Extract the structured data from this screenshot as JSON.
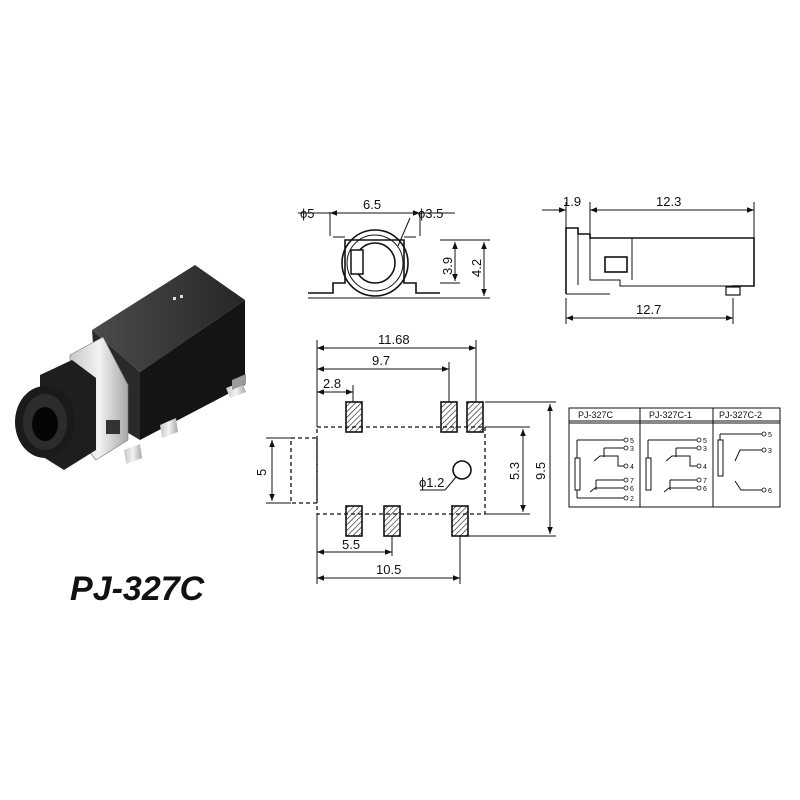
{
  "model": "PJ-327C",
  "front_view": {
    "dia_left": "ϕ5",
    "width": "6.5",
    "dia_right": "ϕ3.5",
    "h_inner": "3.9",
    "h_outer": "4.2"
  },
  "side_view": {
    "front_offset": "1.9",
    "body_len": "12.3",
    "base_len": "12.7"
  },
  "footprint": {
    "overall_len": "11.68",
    "pad_span": "9.7",
    "first_pad": "2.8",
    "housing_width": "5",
    "hole_dia": "ϕ1.2",
    "pad_pitch": "5.3",
    "overall_width": "9.5",
    "bottom_mid": "5.5",
    "bottom_span": "10.5"
  },
  "schematic": {
    "variants": [
      "PJ-327C",
      "PJ-327C-1",
      "PJ-327C-2"
    ],
    "pins_a": [
      "5",
      "3",
      "4",
      "7",
      "6",
      "2"
    ],
    "pins_b": [
      "5",
      "3",
      "4",
      "7",
      "6"
    ],
    "pins_c": [
      "5",
      "3",
      "6"
    ]
  }
}
